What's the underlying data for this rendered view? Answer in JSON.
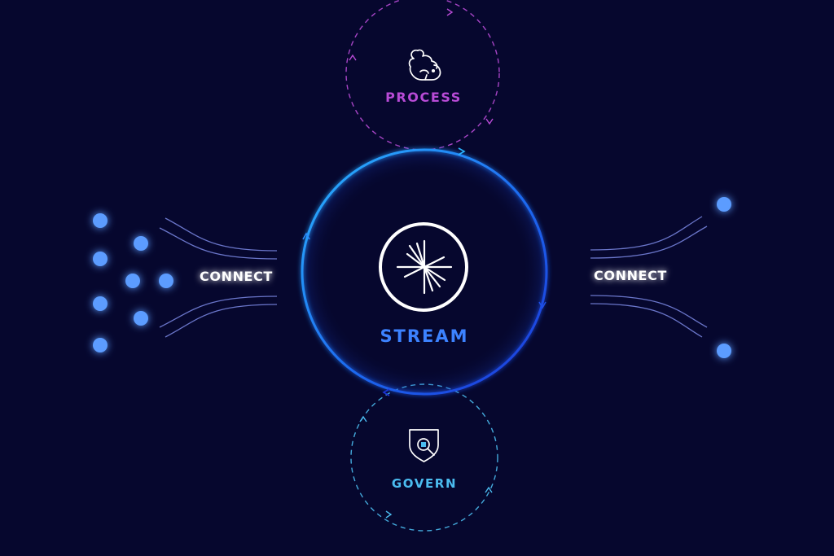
{
  "diagram": {
    "stream": {
      "label": "STREAM",
      "logo_icon": "confluent-starburst-icon"
    },
    "process": {
      "label": "PROCESS",
      "icon": "squirrel-icon"
    },
    "govern": {
      "label": "GOVERN",
      "icon": "shield-search-icon"
    },
    "connect_left": {
      "label": "CONNECT",
      "node_count": 8
    },
    "connect_right": {
      "label": "CONNECT",
      "node_count": 2
    }
  },
  "colors": {
    "background": "#06072e",
    "stream_ring_start": "#2aa8ff",
    "stream_ring_end": "#1d3fe0",
    "stream_text": "#3c82ff",
    "process": "#b84bd6",
    "govern": "#4bbcf0",
    "connect_text": "#ffffff",
    "node": "#5b9cff",
    "flow_line": "#8c9bff"
  }
}
